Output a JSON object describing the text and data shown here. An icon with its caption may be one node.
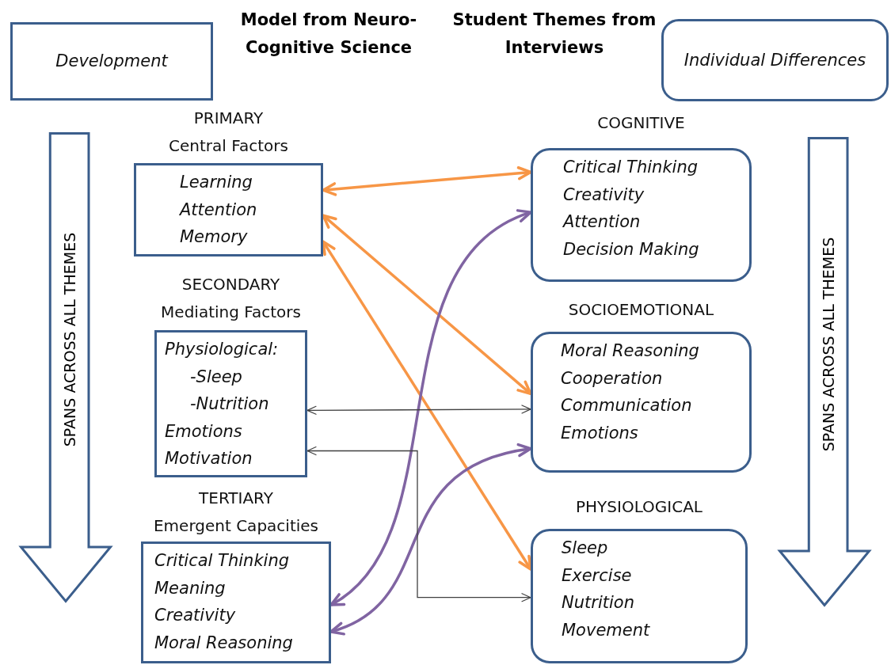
{
  "diagram": {
    "nodes": [
      {
        "text": [
          "Development"
        ]
      },
      {
        "text": [
          "Individual Differences"
        ]
      },
      {
        "text": [
          "PRIMARY",
          "Central Factors",
          "Learning",
          "Attention",
          "Memory"
        ]
      },
      {
        "text": [
          "SECONDARY",
          "Mediating Factors",
          "Physiological:",
          "-Sleep",
          "-Nutrition",
          "Emotions",
          "Motivation"
        ]
      },
      {
        "text": [
          "TERTIARY",
          "Emergent Capacities",
          "Critical Thinking",
          "Meaning",
          "Creativity",
          "Moral Reasoning"
        ]
      },
      {
        "text": [
          "COGNITIVE",
          "Critical Thinking",
          "Creativity",
          "Attention",
          "Decision Making"
        ]
      },
      {
        "text": [
          "SOCIOEMOTIONAL",
          "Moral Reasoning",
          "Cooperation",
          "Communication",
          "Emotions"
        ]
      },
      {
        "text": [
          "PHYSIOLOGICAL",
          "Sleep",
          "Exercise",
          "Nutrition",
          "Movement"
        ]
      },
      {
        "text": [
          "SPANS ACROSS ALL THEMES"
        ]
      },
      {
        "text": [
          "SPANS ACROSS ALL THEMES"
        ]
      }
    ],
    "edges": [
      {
        "from": 2,
        "to": 5,
        "arrow": "both"
      },
      {
        "from": 2,
        "to": 6,
        "arrow": "both"
      },
      {
        "from": 2,
        "to": 7,
        "arrow": "both"
      },
      {
        "from": 4,
        "to": 5,
        "arrow": "both",
        "color": "#8064a2"
      },
      {
        "from": 4,
        "to": 6,
        "arrow": "both",
        "color": "#8064a2"
      },
      {
        "from": 3,
        "to": 6,
        "arrow": "both",
        "color": "#404040"
      },
      {
        "from": 3,
        "to": 7,
        "arrow": "both",
        "color": "#404040"
      }
    ],
    "labels": [
      "Model from Neuro-Cognitive Science",
      "Student Themes from Interviews"
    ]
  }
}
